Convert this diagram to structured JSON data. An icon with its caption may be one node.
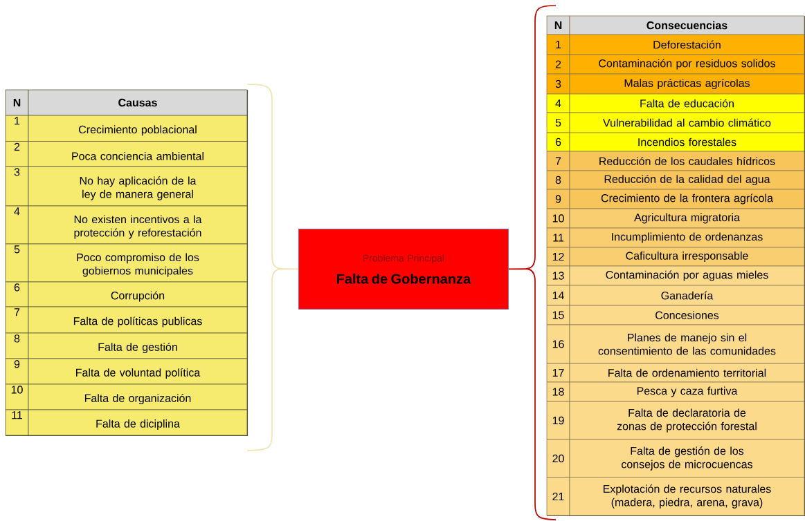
{
  "diagram": {
    "nodes": [
      {
        "text": [],
        "shape": "box"
      },
      {
        "text": [
          "Problema Principal",
          "Falta de Gobernanza"
        ]
      },
      {
        "text": [],
        "shape": "box"
      }
    ],
    "edges": [
      {
        "from": 0,
        "to": 1,
        "arrow": "none",
        "color": "#efe4b0"
      },
      {
        "from": 2,
        "to": 1,
        "arrow": "none",
        "color": "#c00000"
      }
    ],
    "labels": [
      "N",
      "Causas",
      "1",
      "Crecimiento poblacional",
      "2",
      "Poca conciencia ambiental",
      "3",
      "No hay aplicación de la ley de manera general",
      "4",
      "No existen incentivos a la protección y reforestación",
      "5",
      "Poco compromiso de los gobiernos municipales",
      "6",
      "Corrupción",
      "7",
      "Falta de políticas publicas",
      "8",
      "Falta de gestión",
      "9",
      "Falta de voluntad política",
      "10",
      "Falta de organización",
      "11",
      "Falta de diciplina",
      "N",
      "Consecuencias",
      "1",
      "Deforestación",
      "2",
      "Contaminación por residuos solidos",
      "3",
      "Malas prácticas agrícolas",
      "4",
      "Falta de educación",
      "5",
      "Vulnerabilidad al cambio climático",
      "6",
      "Incendios forestales",
      "7",
      "Reducción de los caudales hídricos",
      "8",
      "Reducción de la calidad del agua",
      "9",
      "Crecimiento de la frontera agrícola",
      "10",
      "Agricultura migratoria",
      "11",
      "Incumplimiento de ordenanzas",
      "12",
      "Caficultura irresponsable",
      "13",
      "Contaminación por aguas mieles",
      "14",
      "Ganadería",
      "15",
      "Concesiones",
      "16",
      "Planes de manejo sin el consentimiento de las comunidades",
      "17",
      "Falta de ordenamiento territorial",
      "18",
      "Pesca y caza furtiva",
      "19",
      "Falta de declaratoria de zonas de protección forestal",
      "20",
      "Falta de gestión de los consejos de microcuencas",
      "21",
      "Explotación de recursos naturales (madera, piedra, arena, grava)"
    ]
  }
}
